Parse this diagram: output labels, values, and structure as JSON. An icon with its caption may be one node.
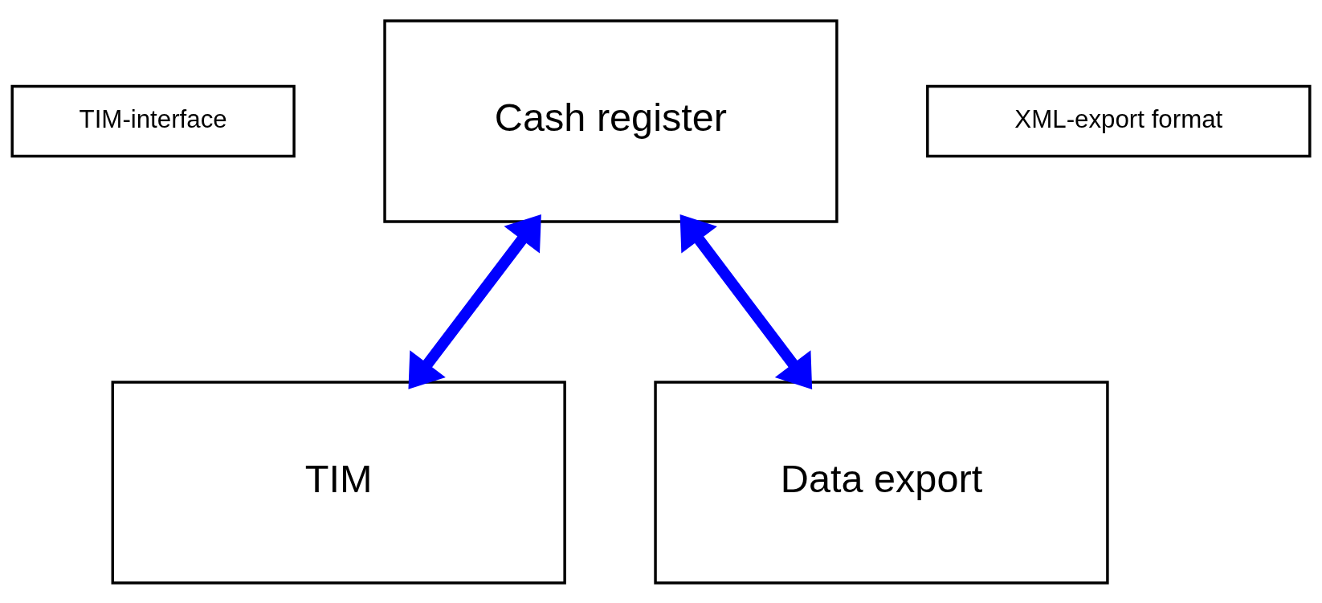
{
  "diagram": {
    "nodes": [
      {
        "text": [
          "Cash register"
        ]
      },
      {
        "text": [
          "TIM-interface"
        ]
      },
      {
        "text": [
          "XML-export format"
        ]
      },
      {
        "text": [
          "TIM"
        ]
      },
      {
        "text": [
          "Data export"
        ]
      }
    ],
    "edges": [
      {
        "from": 0,
        "to": 3,
        "arrow": "both",
        "color": "#0000ff"
      },
      {
        "from": 0,
        "to": 4,
        "arrow": "both",
        "color": "#0000ff"
      }
    ]
  }
}
